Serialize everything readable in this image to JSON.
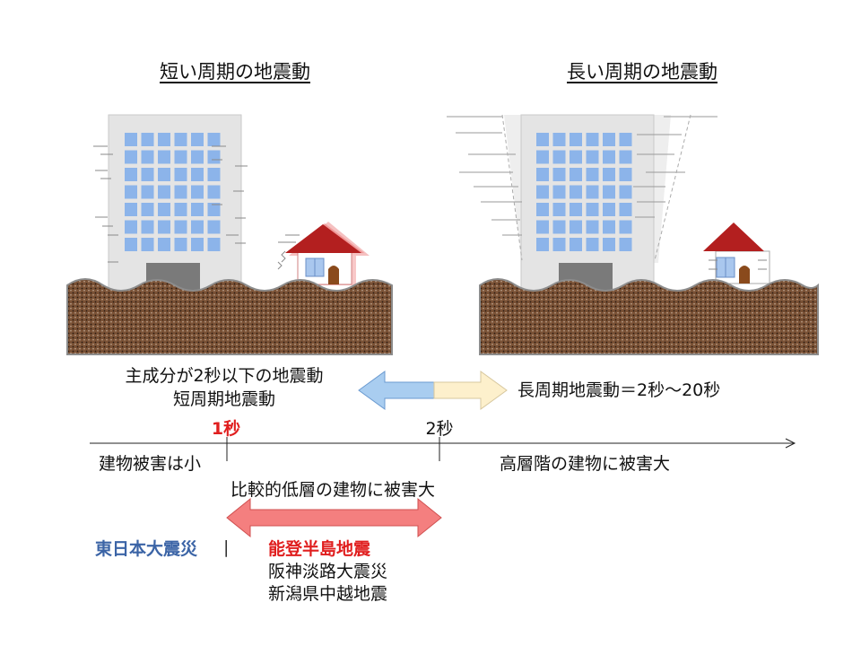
{
  "titles": {
    "short": "短い周期の地震動",
    "long": "長い周期の地震動"
  },
  "middle": {
    "short_line1": "主成分が2秒以下の地震動",
    "short_line2": "短周期地震動",
    "long_desc": "長周期地震動＝2秒～20秒"
  },
  "timeline": {
    "tick1": "1秒",
    "tick2": "2秒",
    "left_note": "建物被害は小",
    "right_note": "高層階の建物に被害大",
    "middle_note": "比較的低層の建物に被害大"
  },
  "earthquakes": {
    "higashi": "東日本大震災",
    "separator": "|",
    "noto": "能登半島地震",
    "hanshin": "阪神淡路大震災",
    "niigata": "新潟県中越地震"
  },
  "colors": {
    "building": "#e6e6e6",
    "window": "#8cb4ea",
    "ground": "#6b4226",
    "roof": "#b31f1f",
    "arrow_blue": "#a9cdf0",
    "arrow_cream": "#fdf0cc",
    "arrow_red": "#f47f7f",
    "accent_red": "#e01e1e",
    "accent_blue": "#3b64a6"
  }
}
